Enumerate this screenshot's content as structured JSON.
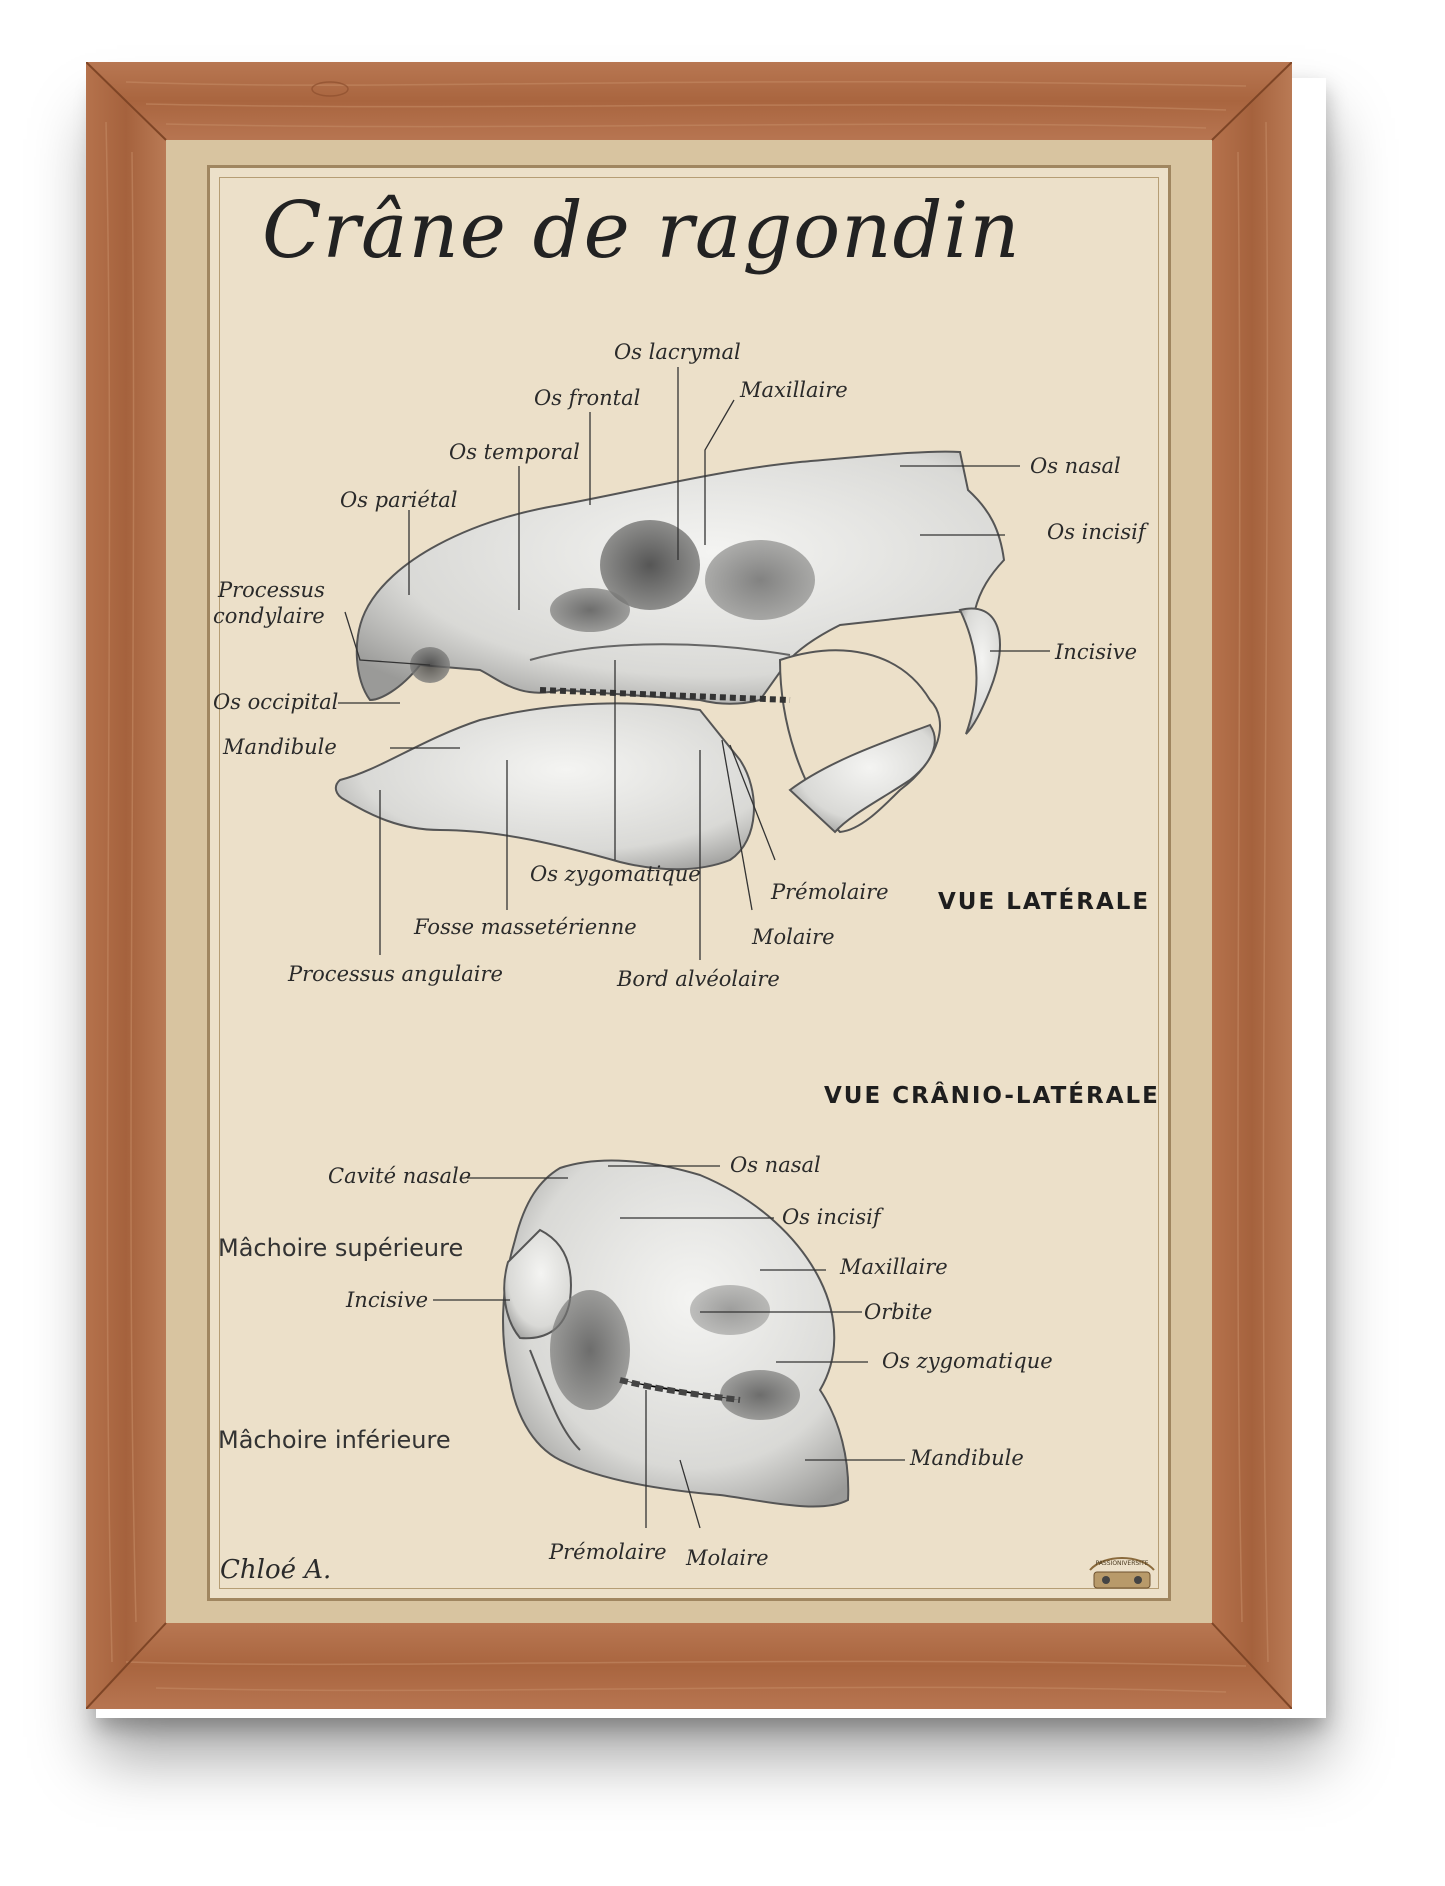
{
  "poster": {
    "title": "Crâne de ragondin",
    "view_lateral": "VUE LATÉRALE",
    "view_cranio": "VUE CRÂNIO-LATÉRALE",
    "upper_jaw": "Mâchoire supérieure",
    "lower_jaw": "Mâchoire inférieure",
    "signature": "Chloé A.",
    "brand_logo": "PASSIONIVERSITE"
  },
  "lateral_labels": {
    "os_lacrymal": "Os lacrymal",
    "maxillaire": "Maxillaire",
    "os_frontal": "Os frontal",
    "os_temporal": "Os temporal",
    "os_nasal": "Os nasal",
    "os_parietal": "Os pariétal",
    "os_incisif": "Os incisif",
    "processus_condylaire_1": "Processus",
    "processus_condylaire_2": "condylaire",
    "incisive": "Incisive",
    "os_occipital": "Os occipital",
    "mandibule": "Mandibule",
    "os_zygomatique": "Os zygomatique",
    "premolaire": "Prémolaire",
    "molaire": "Molaire",
    "fosse_masseterienne": "Fosse massetérienne",
    "processus_angulaire": "Processus angulaire",
    "bord_alveolaire": "Bord alvéolaire"
  },
  "cranio_labels": {
    "cavite_nasale": "Cavité nasale",
    "os_nasal": "Os nasal",
    "os_incisif": "Os incisif",
    "maxillaire": "Maxillaire",
    "incisive": "Incisive",
    "orbite": "Orbite",
    "os_zygomatique": "Os zygomatique",
    "mandibule": "Mandibule",
    "premolaire": "Prémolaire",
    "molaire": "Molaire"
  },
  "colors": {
    "wood": "#b06e48",
    "paper": "#ece0c9",
    "mat": "#d8c4a0"
  }
}
